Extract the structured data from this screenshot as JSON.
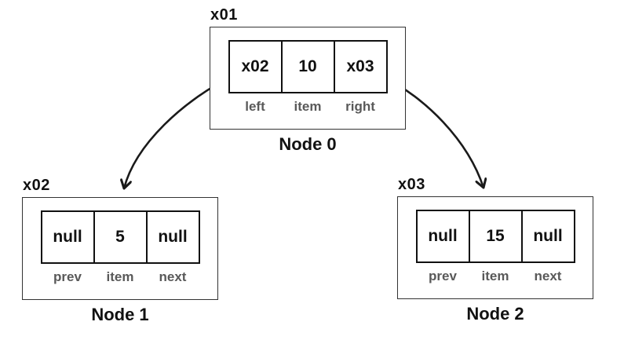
{
  "diagram": {
    "background": "#ffffff",
    "colors": {
      "line": "#1a1a1a",
      "box_border": "#333333",
      "cell_border": "#111111",
      "field_label": "#595959",
      "text": "#111111"
    },
    "nodes": [
      {
        "pointer_label": "x01",
        "caption": "Node 0",
        "cells": [
          {
            "value": "x02",
            "field": "left"
          },
          {
            "value": "10",
            "field": "item"
          },
          {
            "value": "x03",
            "field": "right"
          }
        ]
      },
      {
        "pointer_label": "x02",
        "caption": "Node 1",
        "cells": [
          {
            "value": "null",
            "field": "prev"
          },
          {
            "value": "5",
            "field": "item"
          },
          {
            "value": "null",
            "field": "next"
          }
        ]
      },
      {
        "pointer_label": "x03",
        "caption": "Node 2",
        "cells": [
          {
            "value": "null",
            "field": "prev"
          },
          {
            "value": "15",
            "field": "item"
          },
          {
            "value": "null",
            "field": "next"
          }
        ]
      }
    ],
    "edges": [
      {
        "from": "Node 0 left (x02)",
        "to": "Node 1"
      },
      {
        "from": "Node 0 right (x03)",
        "to": "Node 2"
      }
    ]
  }
}
